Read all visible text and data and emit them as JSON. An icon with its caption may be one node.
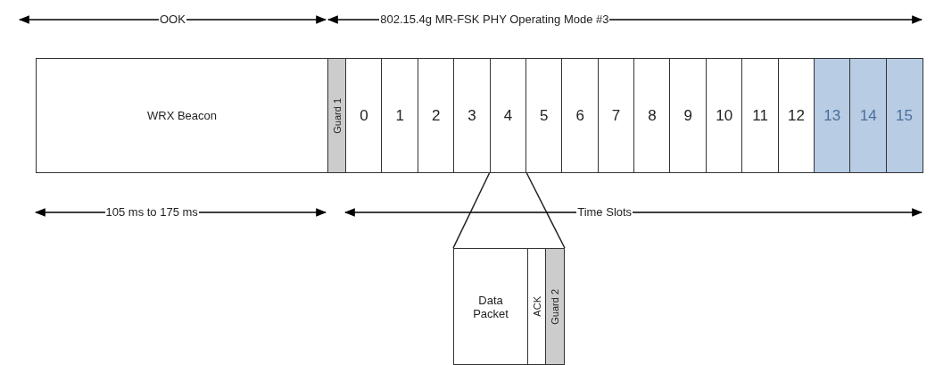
{
  "diagram": {
    "nodes": [
      {
        "text": [
          "WRX Beacon"
        ]
      },
      {
        "text": [
          "Guard 1"
        ]
      },
      {
        "text": [
          "0"
        ]
      },
      {
        "text": [
          "1"
        ]
      },
      {
        "text": [
          "2"
        ]
      },
      {
        "text": [
          "3"
        ]
      },
      {
        "text": [
          "4"
        ]
      },
      {
        "text": [
          "5"
        ]
      },
      {
        "text": [
          "6"
        ]
      },
      {
        "text": [
          "7"
        ]
      },
      {
        "text": [
          "8"
        ]
      },
      {
        "text": [
          "9"
        ]
      },
      {
        "text": [
          "10"
        ]
      },
      {
        "text": [
          "11"
        ]
      },
      {
        "text": [
          "12"
        ]
      },
      {
        "text": [
          "13"
        ]
      },
      {
        "text": [
          "14"
        ]
      },
      {
        "text": [
          "15"
        ]
      },
      {
        "text": [
          "Data Packet"
        ]
      },
      {
        "text": [
          "ACK"
        ]
      },
      {
        "text": [
          "Guard 2"
        ]
      }
    ],
    "edges": [
      {
        "from": 6,
        "to": 18,
        "arrow": "none"
      },
      {
        "from": 6,
        "to": 20,
        "arrow": "none"
      }
    ],
    "labels": [
      "OOK",
      "802.15.4g MR-FSK PHY Operating Mode #3",
      "105 ms to 175 ms",
      "Time Slots"
    ]
  }
}
